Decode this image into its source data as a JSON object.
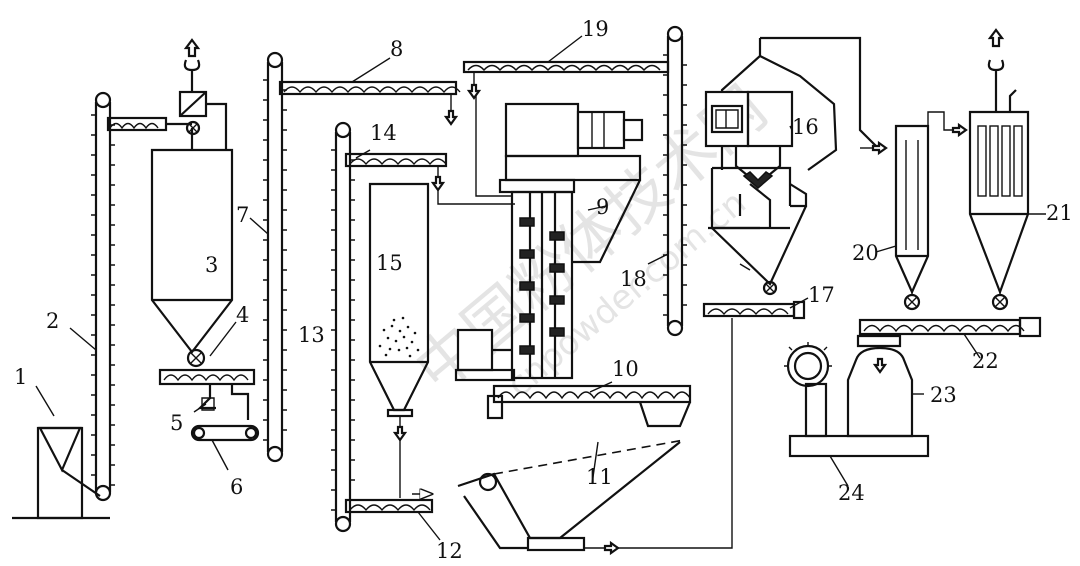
{
  "labels": {
    "n1": "1",
    "n2": "2",
    "n3": "3",
    "n4": "4",
    "n5": "5",
    "n6": "6",
    "n7": "7",
    "n8": "8",
    "n9": "9",
    "n10": "10",
    "n11": "11",
    "n12": "12",
    "n13": "13",
    "n14": "14",
    "n15": "15",
    "n16": "16",
    "n17": "17",
    "n18": "18",
    "n19": "19",
    "n20": "20",
    "n21": "21",
    "n22": "22",
    "n23": "23",
    "n24": "24"
  },
  "watermark": {
    "line1": "中国粉体技术网",
    "line2": "cnpowder.com.cn"
  },
  "colors": {
    "ink": "#111111",
    "paper": "#ffffff",
    "watermark": "#cfcfcf"
  }
}
